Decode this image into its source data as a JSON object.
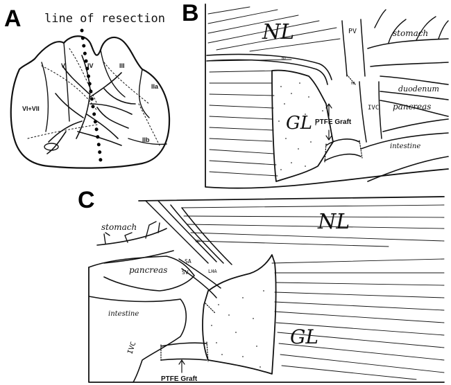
{
  "panels": {
    "a": {
      "letter": "A",
      "title": "line of resection",
      "segments": {
        "vi_vii": "VI+VII",
        "v": "V",
        "iv": "IV",
        "iii": "III",
        "iia": "IIa",
        "iib": "IIb"
      }
    },
    "b": {
      "letter": "B",
      "labels": {
        "nl": "NL",
        "gl": "GL",
        "pv": "PV",
        "stomach": "stomach",
        "duodenum": "duodenum",
        "pancreas": "pancreas",
        "ivc": "IVC",
        "intestine": "intestine",
        "graft": "PTFE Graft",
        "vessel_tag_1": "BD",
        "vessel_tag_2": "HA"
      }
    },
    "c": {
      "letter": "C",
      "labels": {
        "nl": "NL",
        "gl": "GL",
        "stomach": "stomach",
        "pancreas": "pancreas",
        "sa": "SA",
        "sv": "SV",
        "lha": "LHA",
        "intestine": "intestine",
        "ivc": "IVC",
        "graft": "PTFE Graft",
        "vessel_tag": "BD"
      }
    }
  }
}
